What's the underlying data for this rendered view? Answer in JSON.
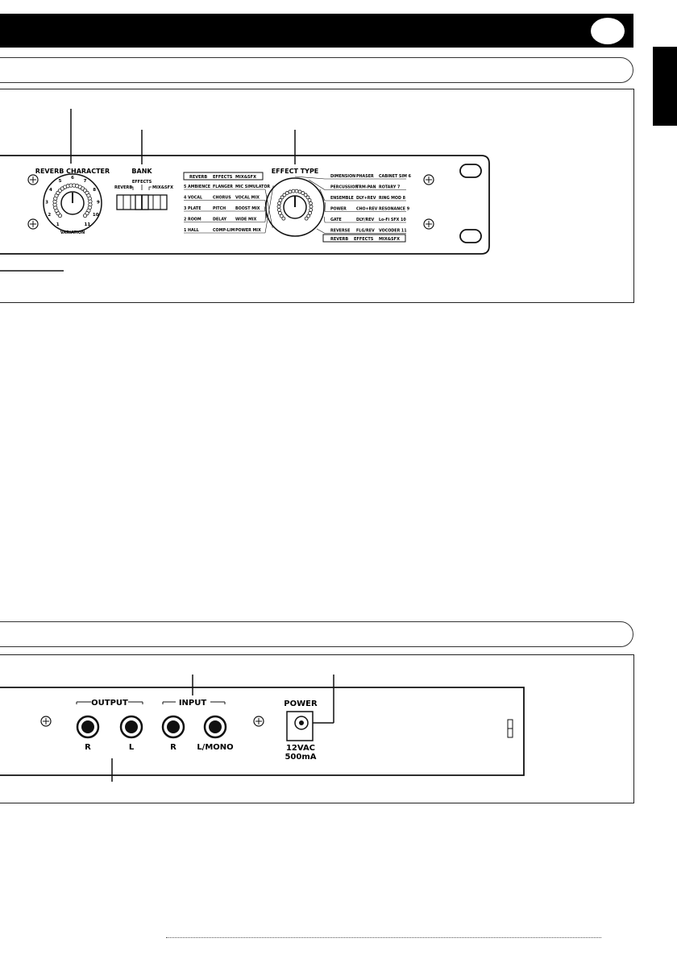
{
  "front_panel": {
    "reverb_character": {
      "title": "REVERB CHARACTER",
      "variation_label": "VARIATION",
      "scale": [
        "1",
        "2",
        "3",
        "4",
        "5",
        "6",
        "7",
        "8",
        "9",
        "10",
        "11"
      ]
    },
    "bank": {
      "title": "BANK",
      "options": [
        "REVERB",
        "EFFECTS",
        "MIX&SFX"
      ]
    },
    "effect_type": {
      "title": "EFFECT TYPE",
      "header": [
        "REVERB",
        "EFFECTS",
        "MIX&SFX"
      ],
      "left_rows": [
        {
          "reverb": "5 AMBIENCE",
          "effects": "FLANGER",
          "mix": "MIC SIMULATOR"
        },
        {
          "reverb": "4 VOCAL",
          "effects": "CHORUS",
          "mix": "VOCAL MIX"
        },
        {
          "reverb": "3 PLATE",
          "effects": "PITCH",
          "mix": "BOOST MIX"
        },
        {
          "reverb": "2 ROOM",
          "effects": "DELAY",
          "mix": "WIDE MIX"
        },
        {
          "reverb": "1 HALL",
          "effects": "COMP-LIM",
          "mix": "POWER MIX"
        }
      ],
      "right_rows": [
        {
          "reverb": "DIMENSION",
          "effects": "PHASER",
          "mix": "CABINET SIM 6"
        },
        {
          "reverb": "PERCUSSION",
          "effects": "TRM-PAN",
          "mix": "ROTARY    7"
        },
        {
          "reverb": "ENSEMBLE",
          "effects": "DLY+REV",
          "mix": "RING MOD  8"
        },
        {
          "reverb": "POWER",
          "effects": "CHO+REV",
          "mix": "RESONANCE 9"
        },
        {
          "reverb": "GATE",
          "effects": "DLY/REV",
          "mix": "Lo-Fi SFX  10"
        },
        {
          "reverb": "REVERSE",
          "effects": "FLG/REV",
          "mix": "VOCODER  11"
        }
      ]
    }
  },
  "rear_panel": {
    "output_label": "OUTPUT",
    "input_label": "INPUT",
    "jacks": [
      "R",
      "L",
      "R",
      "L/MONO"
    ],
    "power_label": "POWER",
    "power_spec_1": "12VAC",
    "power_spec_2": "500mA"
  }
}
